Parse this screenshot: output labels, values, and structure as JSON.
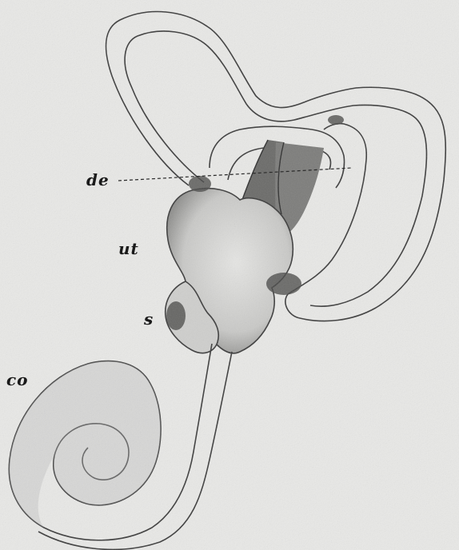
{
  "labels": {
    "de": "de",
    "ut": "ut",
    "s": "s",
    "co": "co"
  },
  "colors": {
    "background": "#e9e9e7",
    "outline": "#3a3a3a",
    "shade_dark": "#5a5a5a",
    "shade_mid": "#9a9a98",
    "shade_light": "#c8c8c6"
  }
}
